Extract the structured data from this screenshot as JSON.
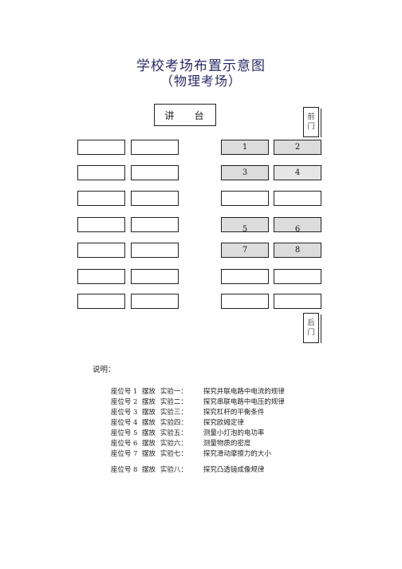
{
  "title": "学校考场布置示意图",
  "subtitle": "（物理考场）",
  "podium_label": "讲    台",
  "front_door": [
    "前",
    "门"
  ],
  "back_door": [
    "后",
    "门"
  ],
  "seats": {
    "row1": [
      "",
      "",
      "1",
      "2"
    ],
    "row2": [
      "",
      "",
      "3",
      "4"
    ],
    "row3": [
      "",
      "",
      "",
      ""
    ],
    "row4": [
      "",
      "",
      "5",
      "6"
    ],
    "row5": [
      "",
      "",
      "7",
      "8"
    ],
    "row6": [
      "",
      "",
      "",
      ""
    ],
    "row7": [
      "",
      "",
      "",
      ""
    ]
  },
  "notes": {
    "heading": "说明：",
    "items": [
      {
        "seat": "座位号 1  摆放",
        "exp": "实验一：",
        "desc": "探究并联电路中电流的规律"
      },
      {
        "seat": "座位号 2  摆放",
        "exp": "实验二：",
        "desc": "探究串联电路中电压的规律"
      },
      {
        "seat": "座位号 3  摆放",
        "exp": "实验三：",
        "desc": "探究杠杆的平衡条件"
      },
      {
        "seat": "座位号 4  摆放",
        "exp": "实验四：",
        "desc": "探究欧姆定律"
      },
      {
        "seat": "座位号 5  摆放",
        "exp": "实验五：",
        "desc": "测量小灯泡的电功率"
      },
      {
        "seat": "座位号 6  摆放",
        "exp": "实验六：",
        "desc": "测量物质的密度"
      },
      {
        "seat": "座位号 7  摆放",
        "exp": "实验七：",
        "desc": "探究滑动摩擦力的大小"
      },
      {
        "seat": "座位号 8  摆放",
        "exp": "实验八：",
        "desc": "探究凸透镜成像规律"
      }
    ]
  }
}
